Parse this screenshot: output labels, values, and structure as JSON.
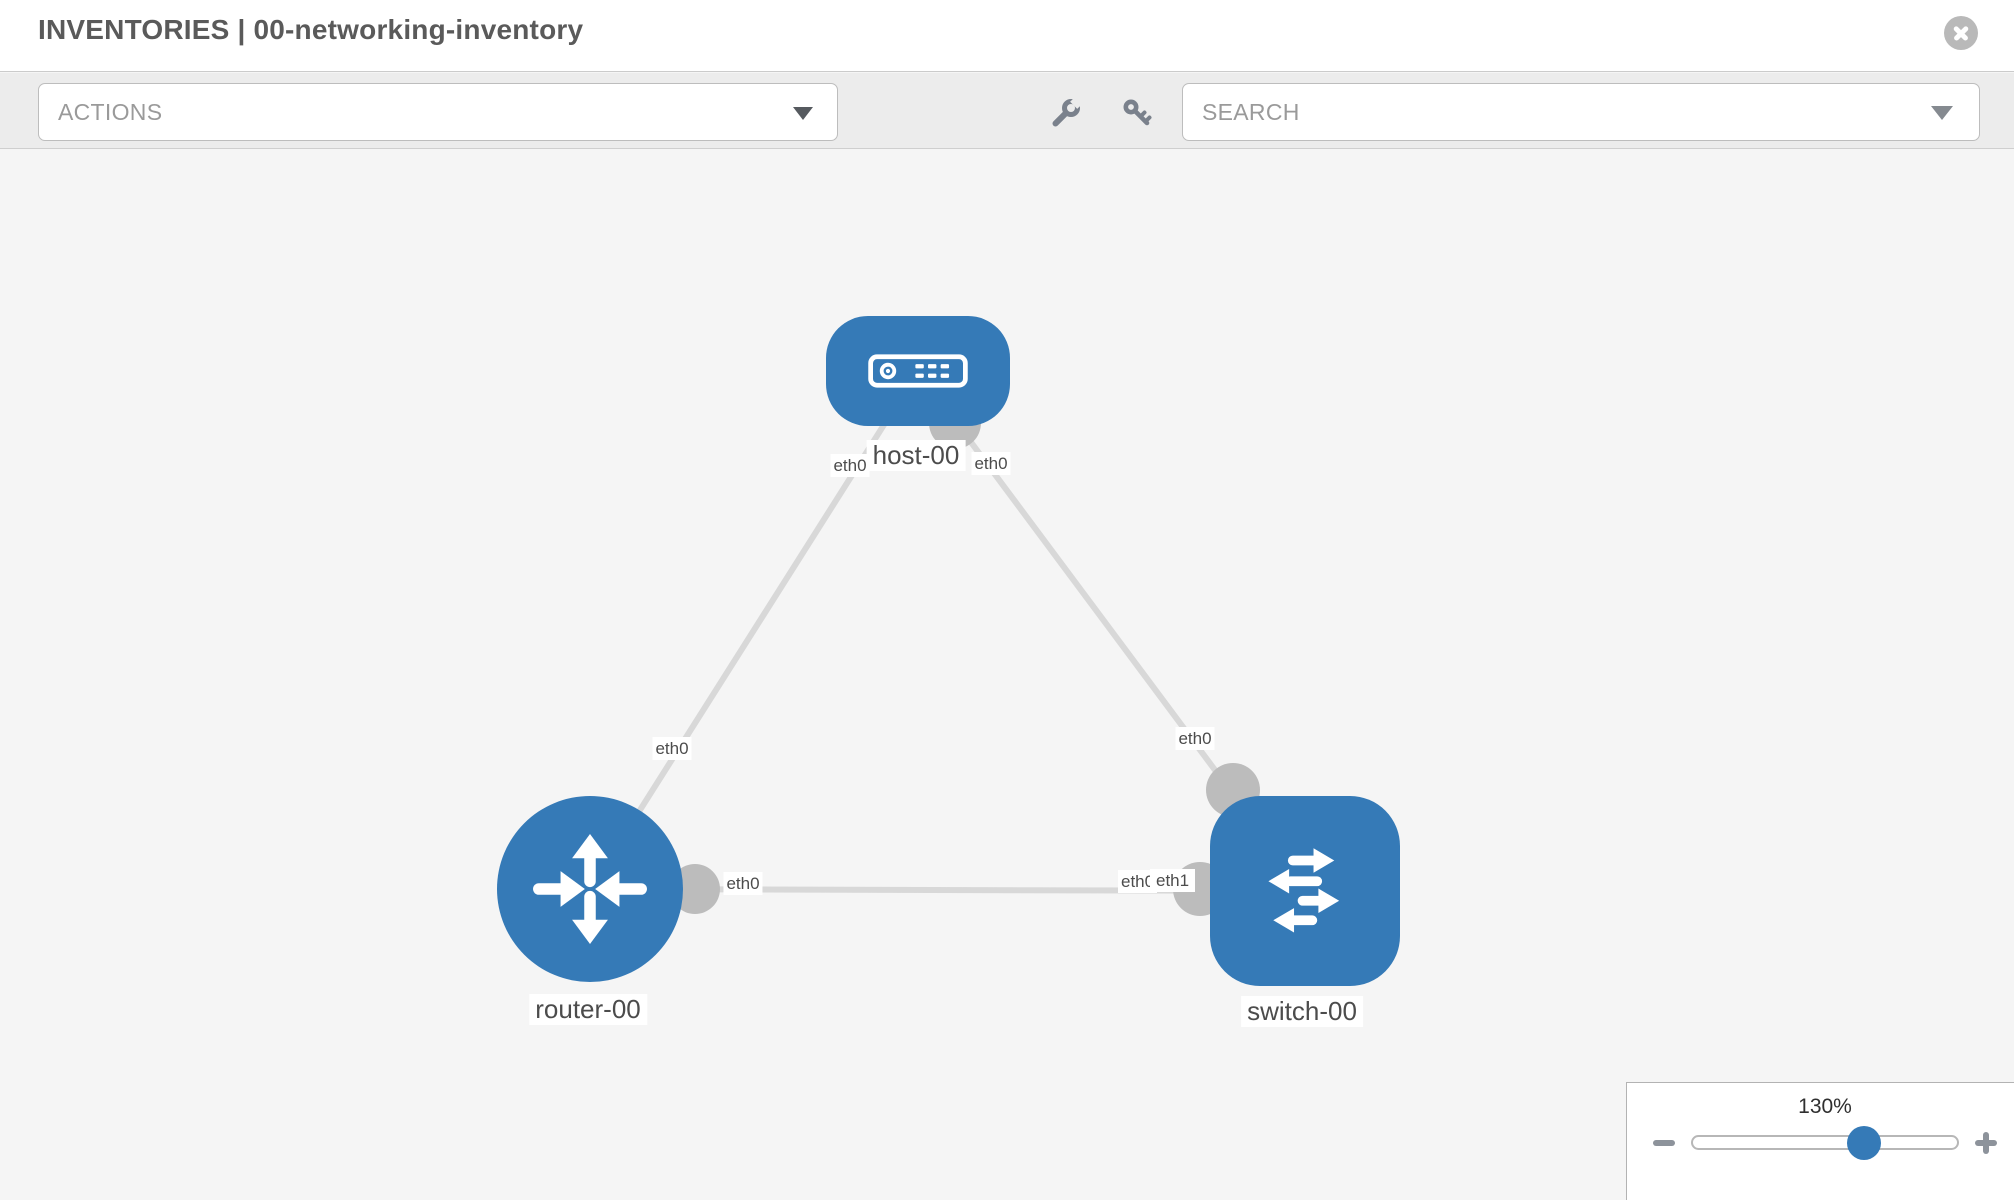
{
  "header": {
    "title": "INVENTORIES | 00-networking-inventory"
  },
  "toolbar": {
    "actions_label": "ACTIONS",
    "search_label": "SEARCH"
  },
  "topology": {
    "nodes": [
      {
        "label": "host-00",
        "type": "host"
      },
      {
        "label": "router-00",
        "type": "router"
      },
      {
        "label": "switch-00",
        "type": "switch"
      }
    ],
    "links": [
      {
        "from": "router-00",
        "to": "host-00",
        "labels": {
          "router_end": "eth0",
          "host_end": "eth0"
        }
      },
      {
        "from": "host-00",
        "to": "switch-00",
        "labels": {
          "host_end": "eth0",
          "switch_end": "eth0"
        }
      },
      {
        "from": "router-00",
        "to": "switch-00",
        "labels": {
          "router_end": "eth0",
          "switch_end_back": "eth0",
          "switch_end_front": "eth1"
        }
      }
    ]
  },
  "zoom": {
    "level": "130%"
  },
  "colors": {
    "node_blue": "#357ab7",
    "link_gray": "#d8d8d8",
    "interface_gray": "#bcbcbc",
    "toolbar_icon_slate": "#7a818c"
  }
}
